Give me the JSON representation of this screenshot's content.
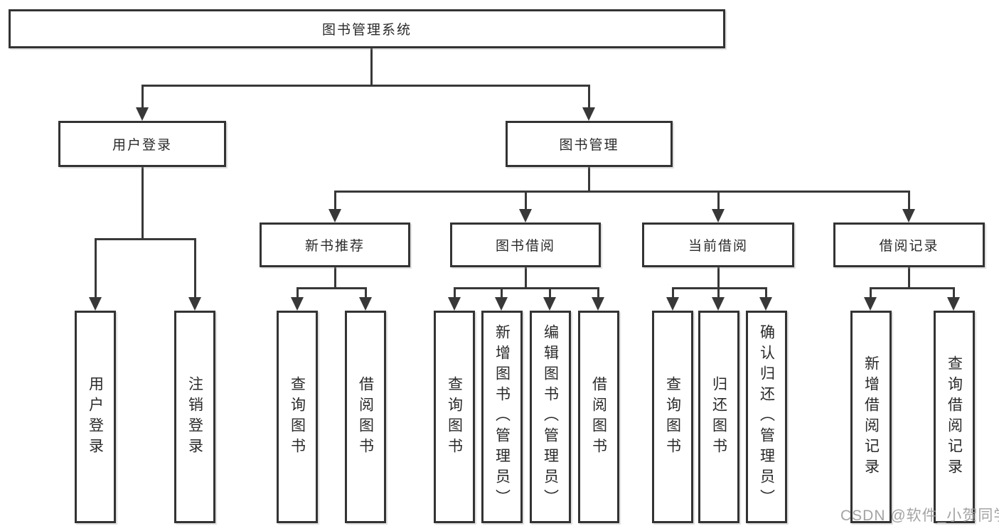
{
  "tree": {
    "label": "图书管理系统",
    "children": [
      {
        "label": "用户登录",
        "children": [
          {
            "label": "用户登录"
          },
          {
            "label": "注销登录"
          }
        ]
      },
      {
        "label": "图书管理",
        "children": [
          {
            "label": "新书推荐",
            "children": [
              {
                "label": "查询图书"
              },
              {
                "label": "借阅图书"
              }
            ]
          },
          {
            "label": "图书借阅",
            "children": [
              {
                "label": "查询图书"
              },
              {
                "label": "新增图书（管理员）"
              },
              {
                "label": "编辑图书（管理员）"
              },
              {
                "label": "借阅图书"
              }
            ]
          },
          {
            "label": "当前借阅",
            "children": [
              {
                "label": "查询图书"
              },
              {
                "label": "归还图书"
              },
              {
                "label": "确认归还（管理员）"
              }
            ]
          },
          {
            "label": "借阅记录",
            "children": [
              {
                "label": "新增借阅记录"
              },
              {
                "label": "查询借阅记录"
              }
            ]
          }
        ]
      }
    ]
  },
  "watermark": {
    "text": "CSDN @软件_小贺同学"
  },
  "colors": {
    "background": "#ffffff",
    "border": "#333333",
    "line": "#383838",
    "text": "#2a2a2a",
    "watermark": "#9e9e9e"
  }
}
